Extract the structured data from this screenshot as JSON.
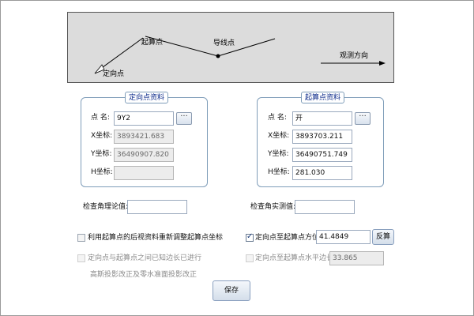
{
  "diagram": {
    "start_label": "起算点",
    "traverse_label": "导线点",
    "orient_label": "定向点",
    "direction_label": "观测方向"
  },
  "orient_group": {
    "title": "定向点资料",
    "name_label": "点  名:",
    "name_value": "9Y2",
    "x_label": "X坐标:",
    "x_value": "3893421.683",
    "y_label": "Y坐标:",
    "y_value": "36490907.820",
    "h_label": "H坐标:",
    "h_value": "",
    "browse_label": "···"
  },
  "start_group": {
    "title": "起算点资料",
    "name_label": "点  名:",
    "name_value": "开",
    "x_label": "X坐标:",
    "x_value": "3893703.211",
    "y_label": "Y坐标:",
    "y_value": "36490751.749",
    "h_label": "H坐标:",
    "h_value": "281.030",
    "browse_label": "···"
  },
  "angle_checks": {
    "theory_label": "检查角理论值:",
    "theory_value": "",
    "measured_label": "检查角实测值:",
    "measured_value": ""
  },
  "options": {
    "readjust_label": "利用起算点的后视资料重新调整起算点坐标",
    "readjust_checked": false,
    "known_side_line1": "定向点与起算点之间已知边长已进行",
    "known_side_line2": "高斯投影改正及零水准面投影改正",
    "known_side_checked": false,
    "azimuth_label": "定向点至起算点方位:",
    "azimuth_checked": true,
    "azimuth_value": "41.4849",
    "reverse_label": "反算",
    "distance_label": "定向点至起算点水平边长:",
    "distance_checked": false,
    "distance_value": "33.865"
  },
  "save_label": "保存"
}
